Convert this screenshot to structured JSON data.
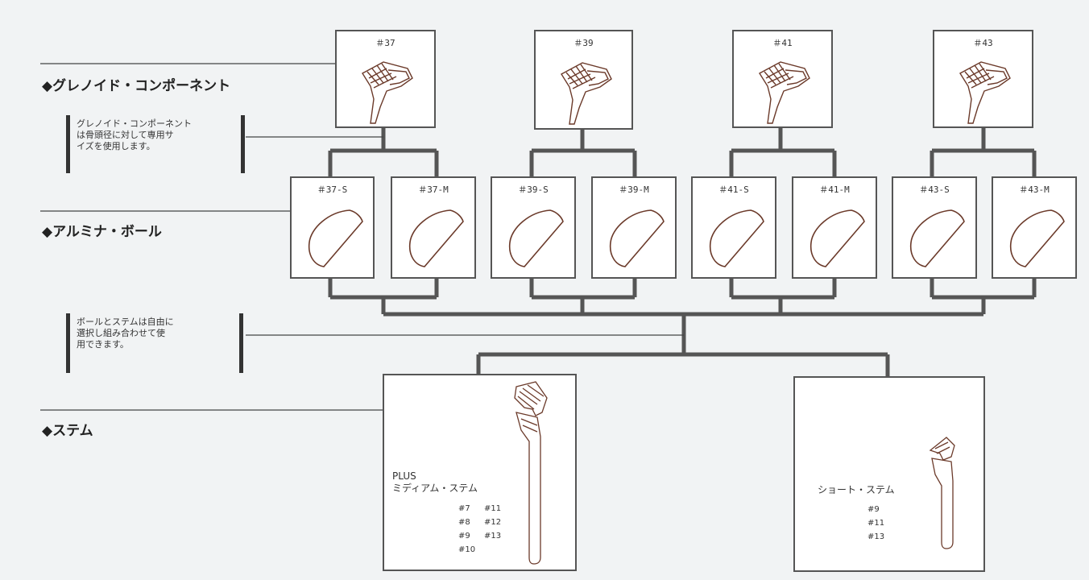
{
  "sections": {
    "glenoid": "◆グレノイド・コンポーネント",
    "ball": "◆アルミナ・ボール",
    "stem": "◆ステム"
  },
  "notes": {
    "glenoid_note": [
      "グレノイド・コンポーネント",
      "は骨頭径に対して専用サ",
      "イズを使用します。"
    ],
    "ball_stem_note": [
      "ボールとステムは自由に",
      "選択し組み合わせて使",
      "用できます。"
    ]
  },
  "glenoid_components": [
    "＃37",
    "＃39",
    "＃41",
    "＃43"
  ],
  "alumina_balls": [
    "＃37-S",
    "＃37-M",
    "＃39-S",
    "＃39-M",
    "＃41-S",
    "＃41-M",
    "＃43-S",
    "＃43-M"
  ],
  "stems": {
    "plus_medium": {
      "name_line1": "PLUS",
      "name_line2": "ミディアム・ステム",
      "sizes": [
        "#7",
        "#11",
        "#8",
        "#12",
        "#9",
        "#13",
        "#10"
      ]
    },
    "short": {
      "name": "ショート・ステム",
      "sizes": [
        "#9",
        "#11",
        "#13"
      ]
    }
  },
  "colors": {
    "line": "#555555",
    "outline": "#6b3a2a",
    "background": "#f1f3f4"
  },
  "icons": {
    "glenoid": "glenoid-component-icon",
    "ball": "alumina-ball-icon",
    "stem": "stem-icon"
  }
}
